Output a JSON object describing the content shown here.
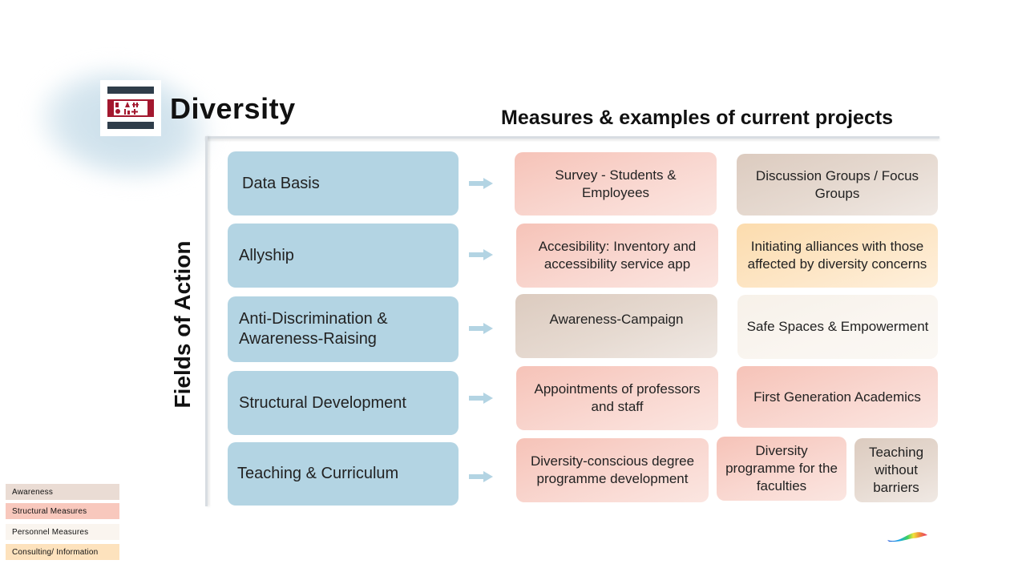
{
  "header": {
    "title": "Diversity",
    "subtitle": "Measures & examples of current projects",
    "side_label": "Fields of Action"
  },
  "colors": {
    "field": "#b3d4e3",
    "structural": "#f6c3b8",
    "awareness": "#dccbbf",
    "consulting": "#fcdcae",
    "personnel": "#f7f1e9",
    "logo_red": "#a3182f",
    "logo_dark": "#2f3d4a"
  },
  "fields": [
    {
      "label": "Data Basis",
      "measures": [
        {
          "text": "Survey - Students & Employees",
          "category": "structural"
        },
        {
          "text": "Discussion Groups / Focus Groups",
          "category": "awareness"
        }
      ]
    },
    {
      "label": "Allyship",
      "measures": [
        {
          "text": "Accesibility: Inventory and accessibility service app",
          "category": "structural"
        },
        {
          "text": "Initiating alliances with those affected by diversity concerns",
          "category": "consulting"
        }
      ]
    },
    {
      "label": "Anti-Discrimination & Awareness-Raising",
      "measures": [
        {
          "text": "Awareness-Campaign",
          "category": "awareness"
        },
        {
          "text": "Safe Spaces & Empowerment",
          "category": "personnel"
        }
      ]
    },
    {
      "label": "Structural Development",
      "measures": [
        {
          "text": "Appointments of professors and staff",
          "category": "structural"
        },
        {
          "text": "First Generation Academics",
          "category": "structural"
        }
      ]
    },
    {
      "label": "Teaching & Curriculum",
      "measures": [
        {
          "text": "Diversity-conscious degree programme development",
          "category": "structural"
        },
        {
          "text": "Diversity programme for the faculties",
          "category": "structural"
        },
        {
          "text": "Teaching without barriers",
          "category": "awareness"
        }
      ]
    }
  ],
  "legend": [
    {
      "label": "Awareness",
      "category": "awareness"
    },
    {
      "label": "Structural Measures",
      "category": "structural"
    },
    {
      "label": "Personnel Measures",
      "category": "personnel"
    },
    {
      "label": "Consulting/ Information",
      "category": "consulting"
    }
  ]
}
